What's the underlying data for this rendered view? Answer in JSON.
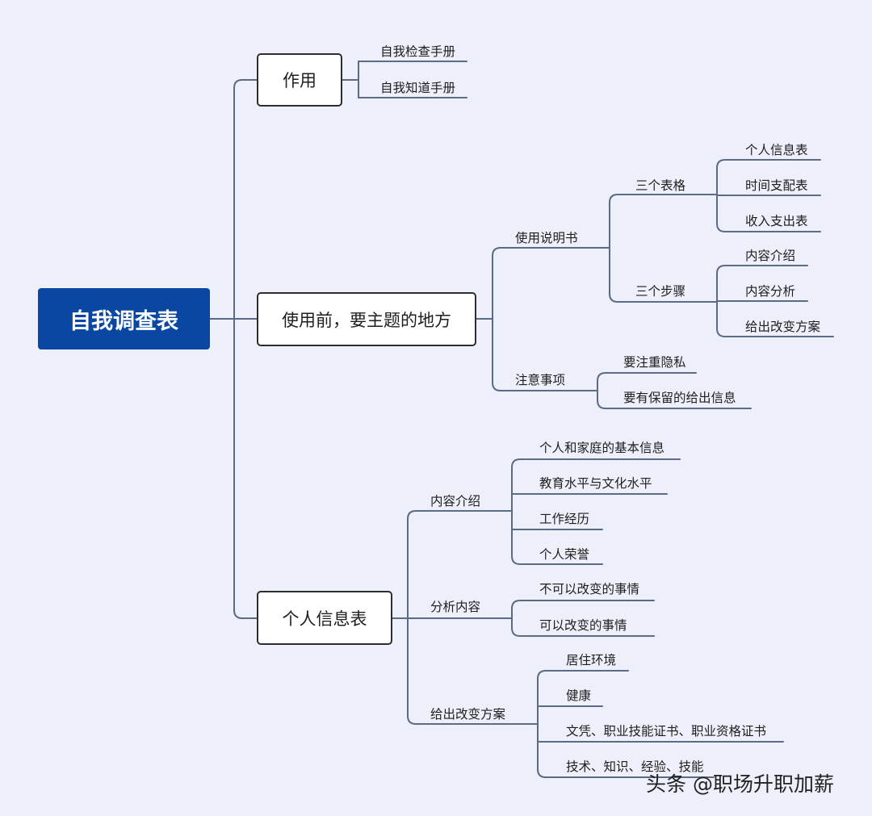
{
  "colors": {
    "background": "#edeffa",
    "root_fill": "#0a47a3",
    "line": "#5c6a85",
    "box_border": "#2d2d2d"
  },
  "root": "自我调查表",
  "branches": {
    "b1": {
      "title": "作用",
      "leaves": [
        "自我检查手册",
        "自我知道手册"
      ]
    },
    "b2": {
      "title": "使用前，要主题的地方",
      "g1": {
        "title": "使用说明书",
        "s1": {
          "title": "三个表格",
          "leaves": [
            "个人信息表",
            "时间支配表",
            "收入支出表"
          ]
        },
        "s2": {
          "title": "三个步骤",
          "leaves": [
            "内容介绍",
            "内容分析",
            "给出改变方案"
          ]
        }
      },
      "g2": {
        "title": "注意事项",
        "leaves": [
          "要注重隐私",
          "要有保留的给出信息"
        ]
      }
    },
    "b3": {
      "title": "个人信息表",
      "g1": {
        "title": "内容介绍",
        "leaves": [
          "个人和家庭的基本信息",
          "教育水平与文化水平",
          "工作经历",
          "个人荣誉"
        ]
      },
      "g2": {
        "title": "分析内容",
        "leaves": [
          "不可以改变的事情",
          "可以改变的事情"
        ]
      },
      "g3": {
        "title": "给出改变方案",
        "leaves": [
          "居住环境",
          "健康",
          "文凭、职业技能证书、职业资格证书",
          "技术、知识、经验、技能"
        ]
      }
    }
  },
  "watermark": "头条 @职场升职加薪"
}
